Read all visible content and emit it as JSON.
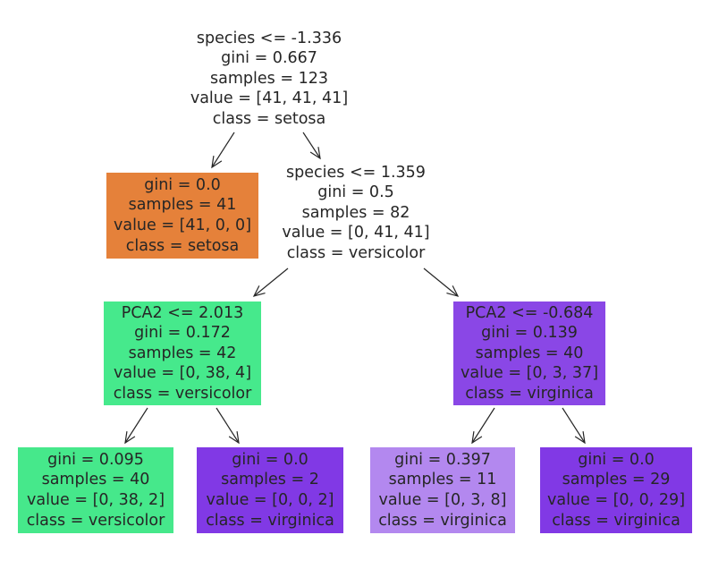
{
  "nodes": [
    {
      "id": "n0",
      "fill": "#ffffff",
      "lines": [
        "species <= -1.336",
        "gini = 0.667",
        "samples = 123",
        "value = [41, 41, 41]",
        "class = setosa"
      ]
    },
    {
      "id": "n1",
      "fill": "#e5813a",
      "lines": [
        "gini = 0.0",
        "samples = 41",
        "value = [41, 0, 0]",
        "class = setosa"
      ]
    },
    {
      "id": "n2",
      "fill": "#ffffff",
      "lines": [
        "species <= 1.359",
        "gini = 0.5",
        "samples = 82",
        "value = [0, 41, 41]",
        "class = versicolor"
      ]
    },
    {
      "id": "n3",
      "fill": "#46e98c",
      "lines": [
        "PCA2 <= 2.013",
        "gini = 0.172",
        "samples = 42",
        "value = [0, 38, 4]",
        "class = versicolor"
      ]
    },
    {
      "id": "n4",
      "fill": "#46e88b",
      "lines": [
        "gini = 0.095",
        "samples = 40",
        "value = [0, 38, 2]",
        "class = versicolor"
      ]
    },
    {
      "id": "n5",
      "fill": "#8139e5",
      "lines": [
        "gini = 0.0",
        "samples = 2",
        "value = [0, 0, 2]",
        "class = virginica"
      ]
    },
    {
      "id": "n6",
      "fill": "#8a47e6",
      "lines": [
        "PCA2 <= -0.684",
        "gini = 0.139",
        "samples = 40",
        "value = [0, 3, 37]",
        "class = virginica"
      ]
    },
    {
      "id": "n7",
      "fill": "#b388ef",
      "lines": [
        "gini = 0.397",
        "samples = 11",
        "value = [0, 3, 8]",
        "class = virginica"
      ]
    },
    {
      "id": "n8",
      "fill": "#8139e5",
      "lines": [
        "gini = 0.0",
        "samples = 29",
        "value = [0, 0, 29]",
        "class = virginica"
      ]
    }
  ],
  "edges": [
    [
      "n0",
      "n1"
    ],
    [
      "n0",
      "n2"
    ],
    [
      "n2",
      "n3"
    ],
    [
      "n2",
      "n6"
    ],
    [
      "n3",
      "n4"
    ],
    [
      "n3",
      "n5"
    ],
    [
      "n6",
      "n7"
    ],
    [
      "n6",
      "n8"
    ]
  ]
}
